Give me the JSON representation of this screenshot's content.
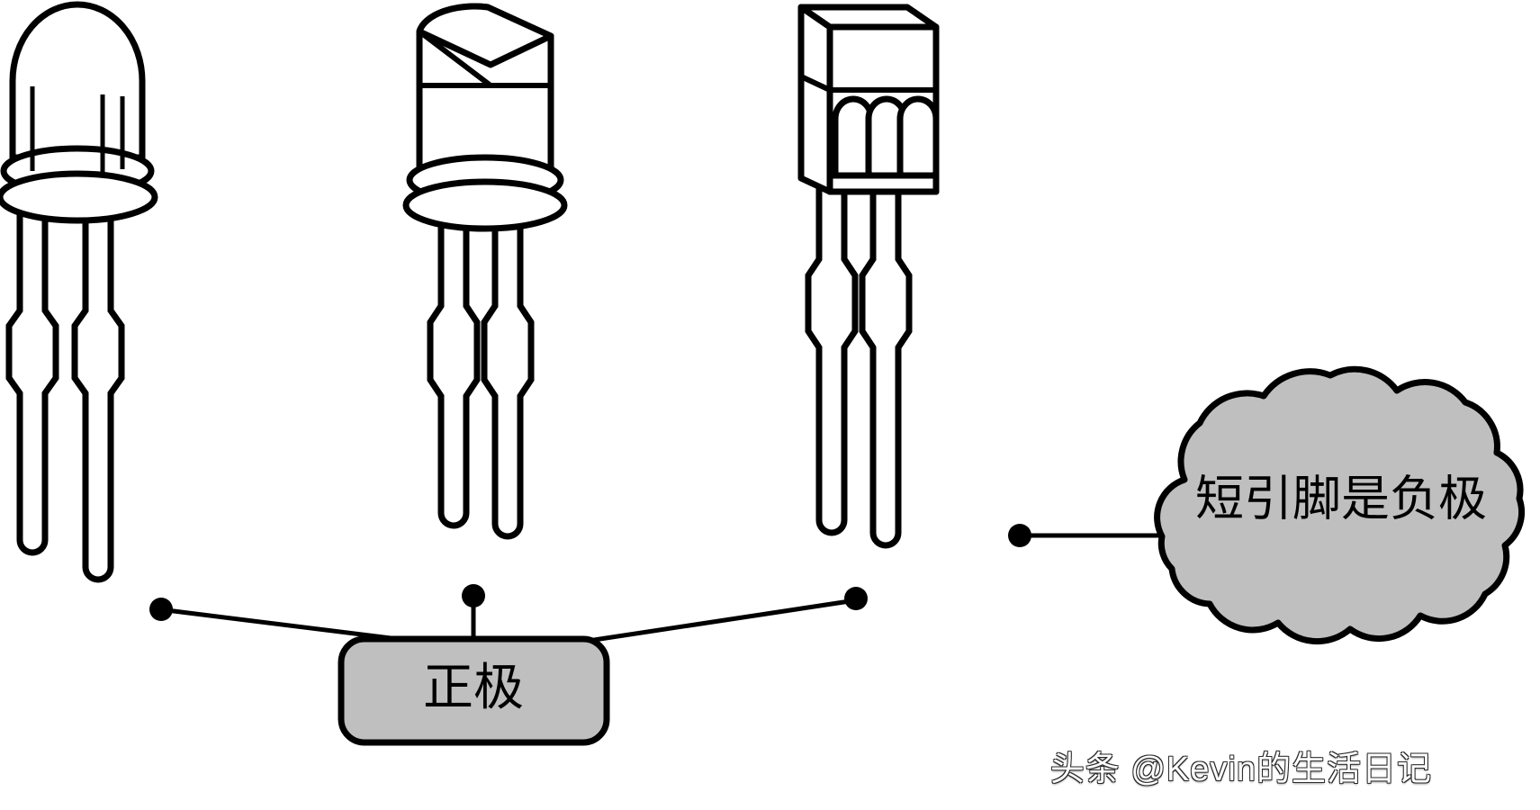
{
  "diagram": {
    "title": "LED polarity identification diagram",
    "background_color": "#ffffff",
    "line_color": "#000000",
    "fill_color": "#bfbfbf",
    "components": [
      {
        "name": "round-led",
        "type": "round-dome-led",
        "lead_count": 2,
        "description": "Round 5mm dome LED with flange and two leads"
      },
      {
        "name": "flat-top-led",
        "type": "flat-top-cylindrical-led",
        "lead_count": 2,
        "description": "Flat-top cylindrical LED with flange and two leads"
      },
      {
        "name": "rectangular-led",
        "type": "rectangular-block-led",
        "lead_count": 2,
        "description": "Rectangular block LED with two leads"
      }
    ]
  },
  "callouts": {
    "positive": {
      "label": "正极",
      "shape": "rounded-rect",
      "fill": "#bfbfbf",
      "stroke": "#000000"
    },
    "negative": {
      "label": "短引脚是负极",
      "shape": "cloud",
      "fill": "#bfbfbf",
      "stroke": "#000000"
    }
  },
  "watermark": {
    "text": "头条 @Kevin的生活日记"
  }
}
